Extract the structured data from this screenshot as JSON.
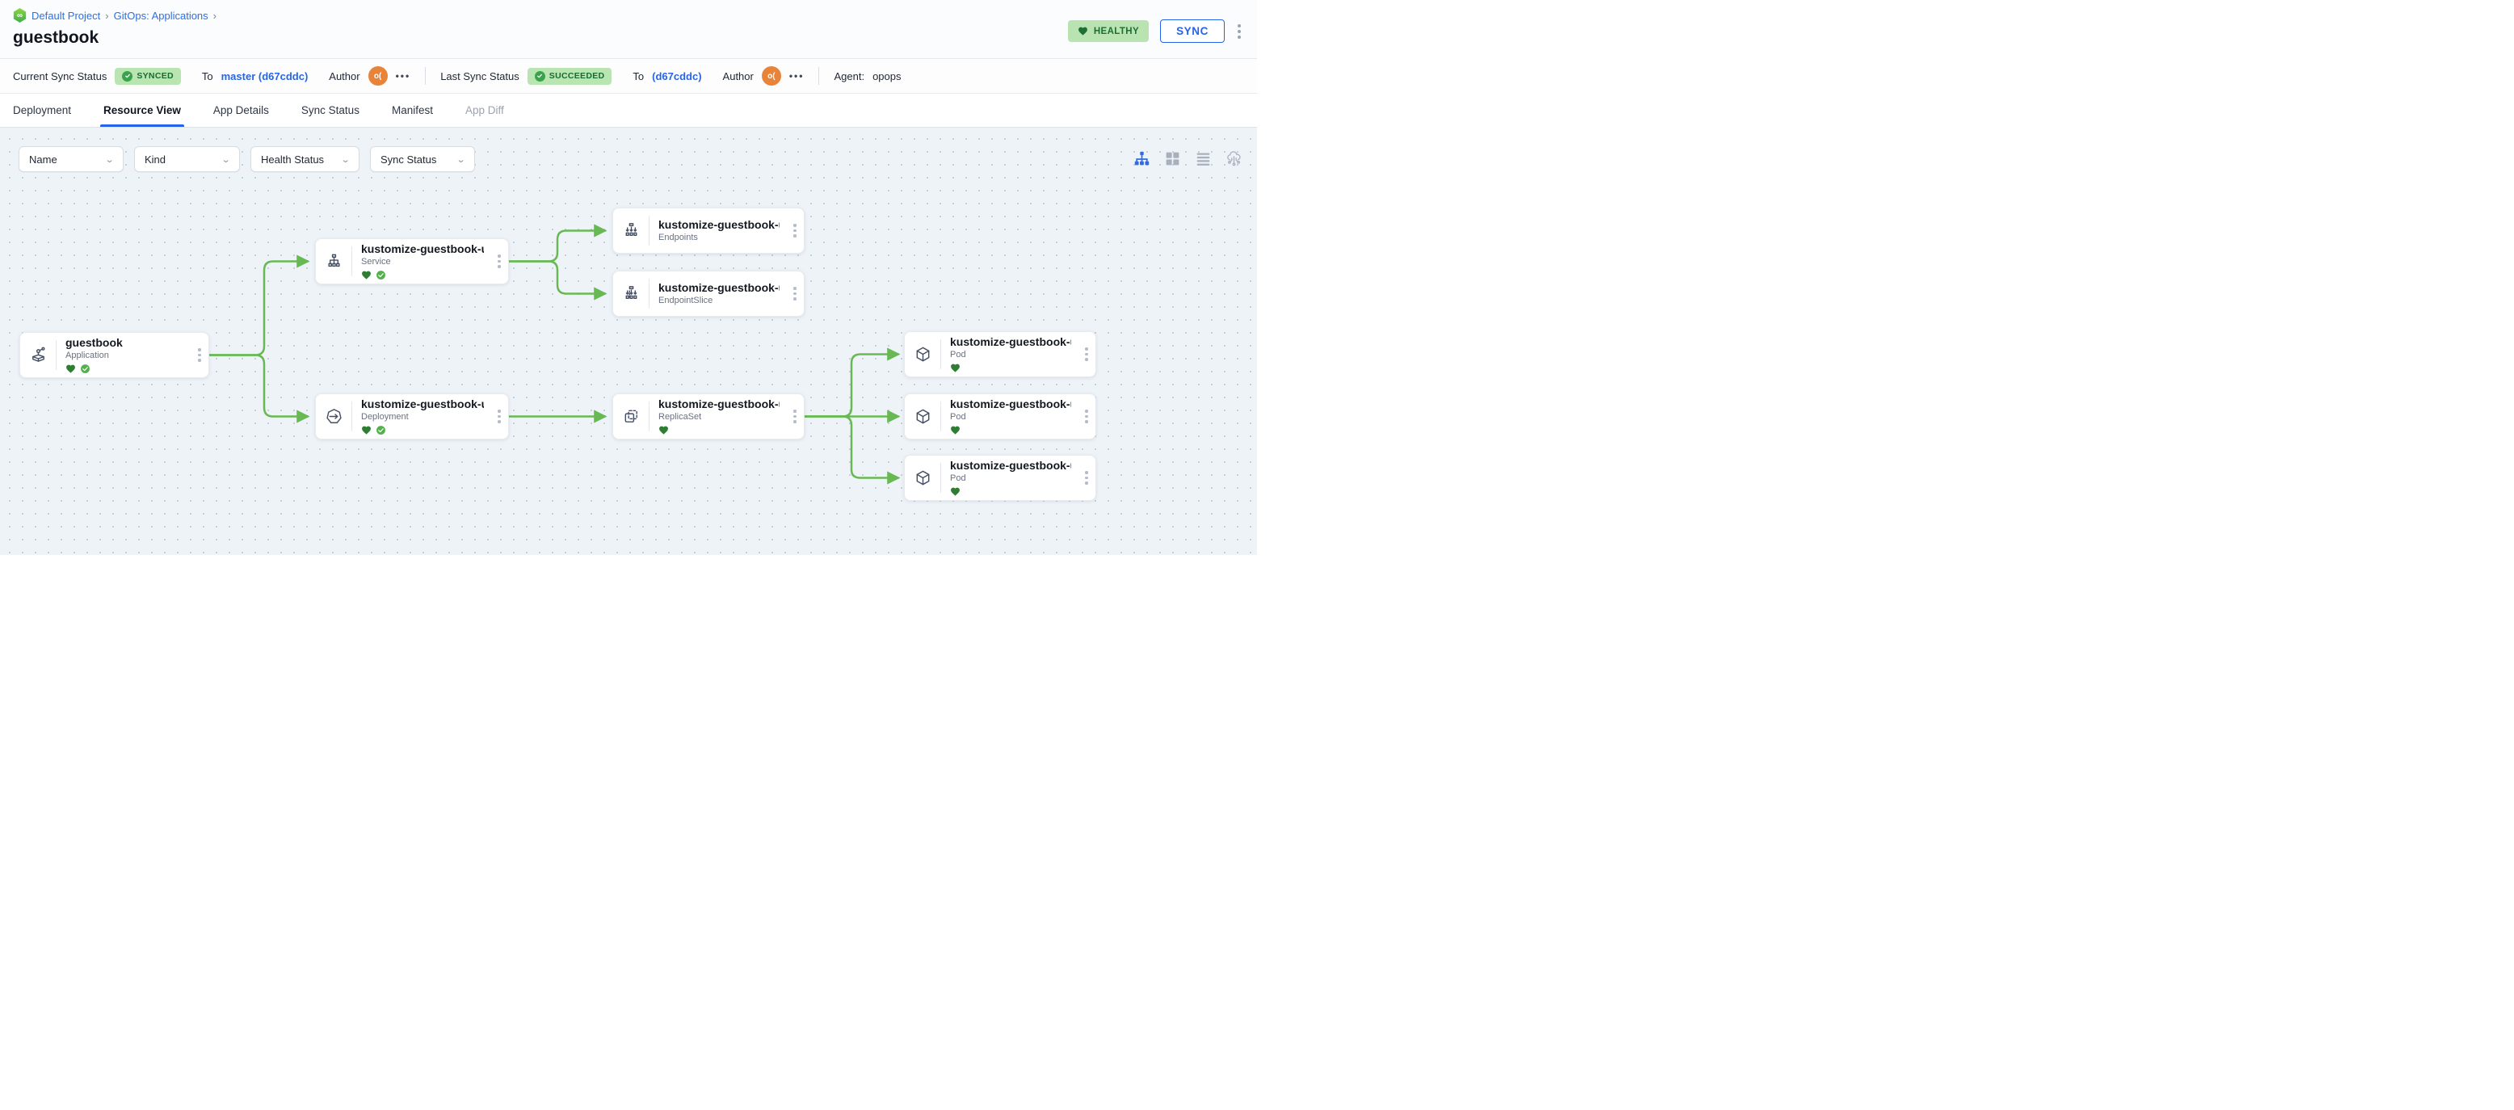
{
  "header": {
    "breadcrumb": {
      "project": "Default Project",
      "section": "GitOps: Applications",
      "separator": "›",
      "logo_glyph": "∞"
    },
    "title": "guestbook",
    "health_badge": "HEALTHY",
    "sync_button": "SYNC"
  },
  "status_bar": {
    "current": {
      "label": "Current Sync Status",
      "badge": "SYNCED",
      "to_label": "To",
      "commit": "master (d67cddc)",
      "author_label": "Author",
      "author_initials": "o(",
      "more": "•••"
    },
    "last": {
      "label": "Last Sync Status",
      "badge": "SUCCEEDED",
      "to_label": "To",
      "commit": "(d67cddc)",
      "author_label": "Author",
      "author_initials": "o(",
      "more": "•••"
    },
    "agent_label": "Agent:",
    "agent_value": "opops"
  },
  "tabs": [
    {
      "label": "Deployment"
    },
    {
      "label": "Resource View",
      "active": true
    },
    {
      "label": "App Details"
    },
    {
      "label": "Sync Status"
    },
    {
      "label": "Manifest"
    },
    {
      "label": "App Diff",
      "disabled": true
    }
  ],
  "filters": [
    {
      "label": "Name"
    },
    {
      "label": "Kind"
    },
    {
      "label": "Health Status"
    },
    {
      "label": "Sync Status"
    }
  ],
  "view_modes": [
    "tree-view",
    "grid-view",
    "list-view",
    "cloud-view"
  ],
  "nodes": [
    {
      "id": "app",
      "title": "guestbook",
      "kind": "Application",
      "healthy": true,
      "synced": true
    },
    {
      "id": "svc",
      "title": "kustomize-guestbook-ui",
      "kind": "Service",
      "healthy": true,
      "synced": true
    },
    {
      "id": "ep",
      "title": "kustomize-guestbook-ui",
      "kind": "Endpoints"
    },
    {
      "id": "eps",
      "title": "kustomize-guestbook-ui-...",
      "kind": "EndpointSlice"
    },
    {
      "id": "dep",
      "title": "kustomize-guestbook-ui",
      "kind": "Deployment",
      "healthy": true,
      "synced": true
    },
    {
      "id": "rs",
      "title": "kustomize-guestbook-ui-...",
      "kind": "ReplicaSet",
      "healthy": true
    },
    {
      "id": "pod1",
      "title": "kustomize-guestbook-ui-...",
      "kind": "Pod",
      "healthy": true
    },
    {
      "id": "pod2",
      "title": "kustomize-guestbook-ui-...",
      "kind": "Pod",
      "healthy": true
    },
    {
      "id": "pod3",
      "title": "kustomize-guestbook-ui-...",
      "kind": "Pod",
      "healthy": true
    }
  ],
  "edges": [
    {
      "from": "app",
      "to": "svc"
    },
    {
      "from": "app",
      "to": "dep"
    },
    {
      "from": "svc",
      "to": "ep"
    },
    {
      "from": "svc",
      "to": "eps"
    },
    {
      "from": "dep",
      "to": "rs"
    },
    {
      "from": "rs",
      "to": "pod1"
    },
    {
      "from": "rs",
      "to": "pod2"
    },
    {
      "from": "rs",
      "to": "pod3"
    }
  ],
  "colors": {
    "accent": "#2563eb",
    "edge": "#68b954",
    "healthy-heart": "#2e7d32",
    "synced-check": "#4caf50",
    "badge-bg": "#b9e5b2",
    "badge-text": "#176b2d",
    "avatar-orange": "#e8833a"
  }
}
